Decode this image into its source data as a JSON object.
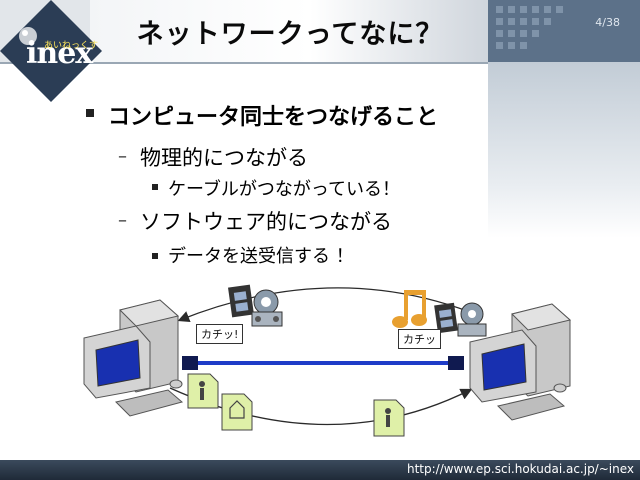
{
  "slide": {
    "title": "ネットワークってなに？",
    "page_number": "4/38",
    "footer_url": "http://www.ep.sci.hokudai.ac.jp/~inex"
  },
  "logo": {
    "text": "inex",
    "kana": "あいねっくす",
    "accent_color": "#2b3d55"
  },
  "bullets": {
    "b1": "コンピュータ同士をつなげること",
    "b2_mark": "–",
    "b2": "物理的につながる",
    "b3": "ケーブルがつながっている！",
    "b4_mark": "–",
    "b4": "ソフトウェア的につながる",
    "b5": "データを送受信する ！"
  },
  "diagram": {
    "callout_left": "カチッ!",
    "callout_right": "カチッ",
    "icons": [
      "computer-left-icon",
      "computer-right-icon",
      "film-icon",
      "speaker-icon",
      "music-note-icon",
      "document-icon",
      "home-document-icon",
      "network-cable-icon",
      "curved-arrow-icon"
    ]
  }
}
